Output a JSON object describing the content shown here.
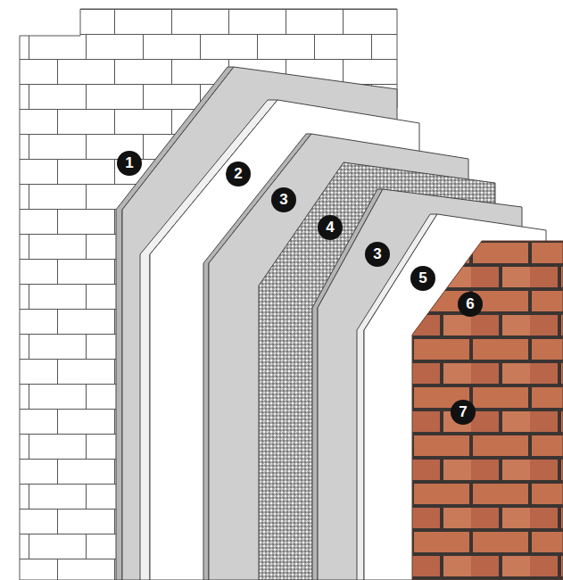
{
  "diagram": {
    "labels": [
      "1",
      "2",
      "3",
      "4",
      "3",
      "5",
      "6",
      "7"
    ]
  }
}
